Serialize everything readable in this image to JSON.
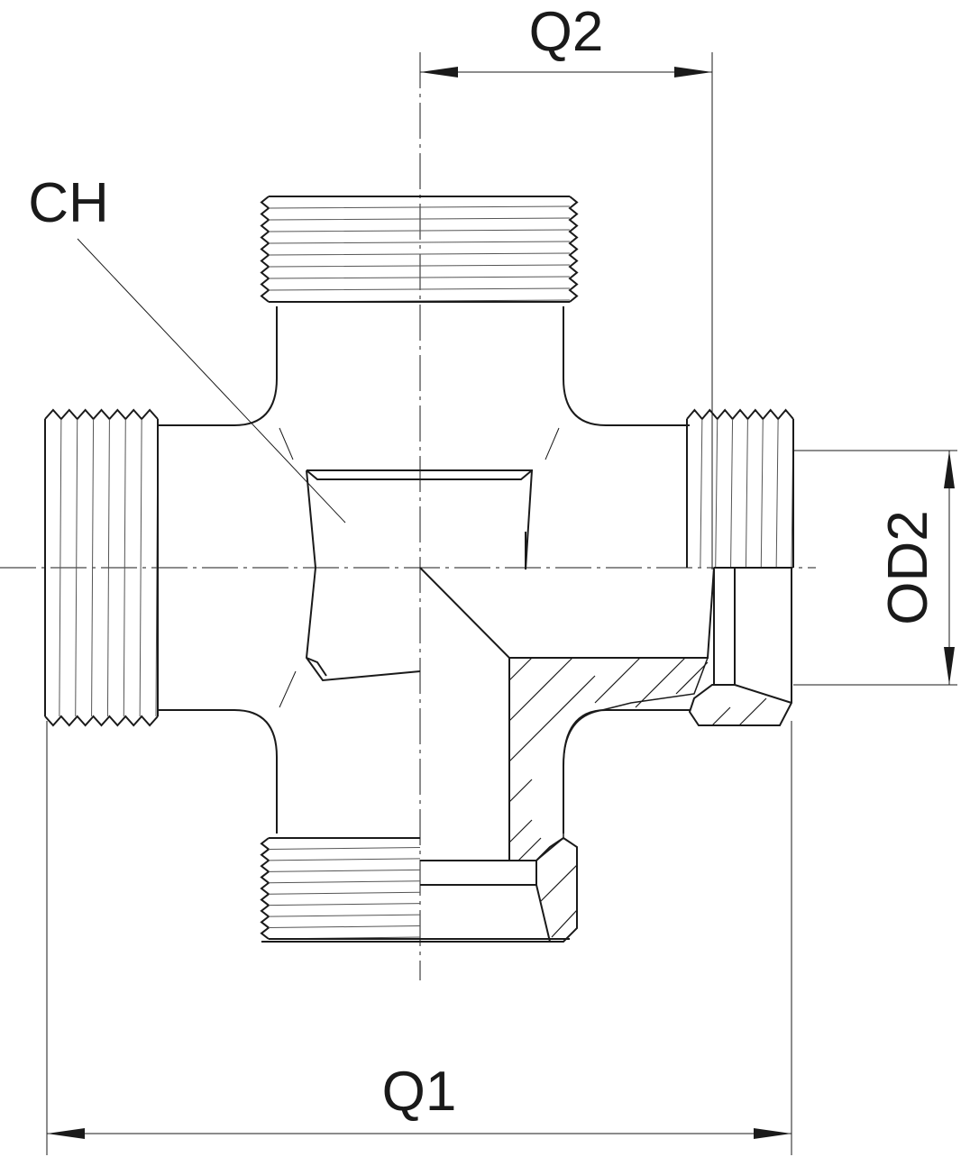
{
  "drawing": {
    "labels": {
      "q1": "Q1",
      "q2": "Q2",
      "ch": "CH",
      "od2": "OD2"
    },
    "line_color": "#1a1a1a"
  }
}
